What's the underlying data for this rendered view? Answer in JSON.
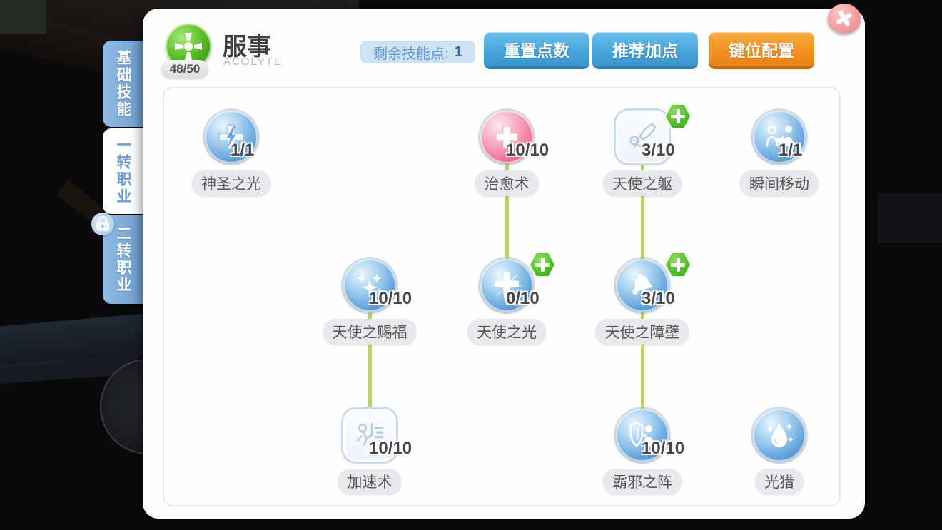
{
  "header": {
    "class_name": "服事",
    "class_name_en": "ACOLYTE",
    "class_points": "48/50",
    "remaining_label": "剩余技能点:",
    "remaining_value": "1",
    "buttons": {
      "reset": "重置点数",
      "recommend": "推荐加点",
      "keybind": "键位配置"
    }
  },
  "tabs": [
    {
      "label": "基础技能",
      "active": false,
      "locked": false
    },
    {
      "label": "一转职业",
      "active": true,
      "locked": false
    },
    {
      "label": "二转职业",
      "active": false,
      "locked": true
    }
  ],
  "skills": [
    {
      "name": "神圣之光",
      "level": "1/1",
      "icon": "cross-bolt-icon",
      "has_plus": false
    },
    {
      "name": "治愈术",
      "level": "10/10",
      "icon": "heal-cross-icon",
      "has_plus": false
    },
    {
      "name": "天使之躯",
      "level": "3/10",
      "icon": "sword-skull-icon",
      "has_plus": true
    },
    {
      "name": "瞬间移动",
      "level": "1/1",
      "icon": "teleport-icon",
      "has_plus": false
    },
    {
      "name": "天使之赐福",
      "level": "10/10",
      "icon": "sparkles-icon",
      "has_plus": false
    },
    {
      "name": "天使之光",
      "level": "0/10",
      "icon": "cross-rays-icon",
      "has_plus": true
    },
    {
      "name": "天使之障壁",
      "level": "3/10",
      "icon": "bell-icon",
      "has_plus": true
    },
    {
      "name": "加速术",
      "level": "10/10",
      "icon": "runner-icon",
      "has_plus": false
    },
    {
      "name": "霸邪之阵",
      "level": "10/10",
      "icon": "shield-person-icon",
      "has_plus": false
    },
    {
      "name": "光猎",
      "level": "",
      "icon": "water-drop-icon",
      "has_plus": false
    }
  ],
  "colors": {
    "button_blue": "#47a5da",
    "button_orange": "#ef8f1f",
    "tab_blue": "#7fa9d8",
    "link_green": "#b8d06e",
    "close_pink": "#f29b9b",
    "class_icon_green": "#4db520"
  }
}
